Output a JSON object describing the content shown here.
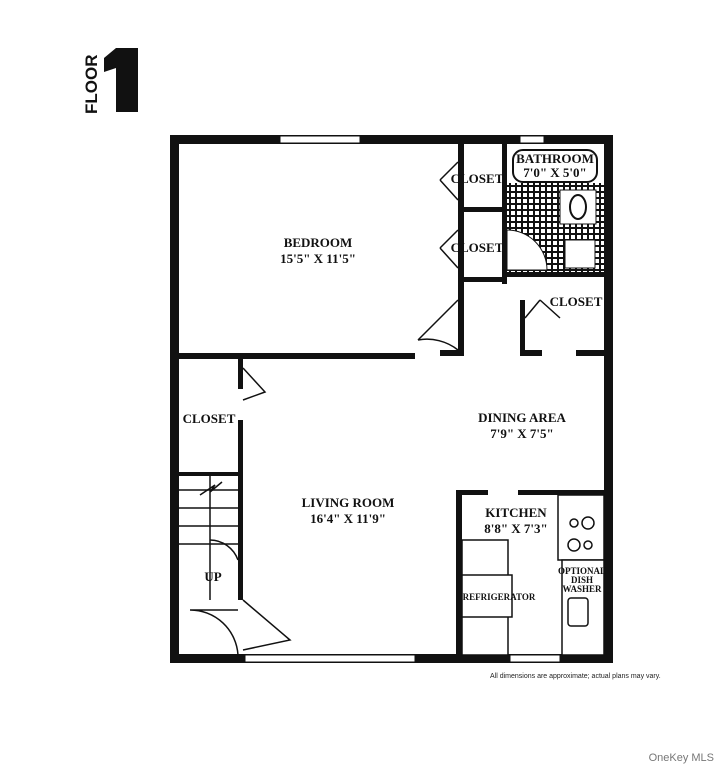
{
  "floor_label": {
    "word": "FLOOR",
    "number": "1"
  },
  "rooms": {
    "bedroom": {
      "name": "BEDROOM",
      "dims": "15'5\" X 11'5\""
    },
    "closet_1": {
      "name": "CLOSET"
    },
    "closet_2": {
      "name": "CLOSET"
    },
    "bathroom": {
      "name": "BATHROOM",
      "dims": "7'0\" X 5'0\""
    },
    "closet_3": {
      "name": "CLOSET"
    },
    "closet_4": {
      "name": "CLOSET"
    },
    "dining": {
      "name": "DINING AREA",
      "dims": "7'9\" X 7'5\""
    },
    "living": {
      "name": "LIVING ROOM",
      "dims": "16'4\" X 11'9\""
    },
    "kitchen": {
      "name": "KITCHEN",
      "dims": "8'8\" X 7'3\""
    },
    "stairs": {
      "name": "UP"
    },
    "refrigerator": {
      "name": "REFRIGERATOR"
    },
    "dishwasher": {
      "line1": "OPTIONAL",
      "line2": "DISH",
      "line3": "WASHER"
    }
  },
  "disclaimer": "All dimensions are approximate; actual plans may vary.",
  "watermark": "OneKey MLS"
}
